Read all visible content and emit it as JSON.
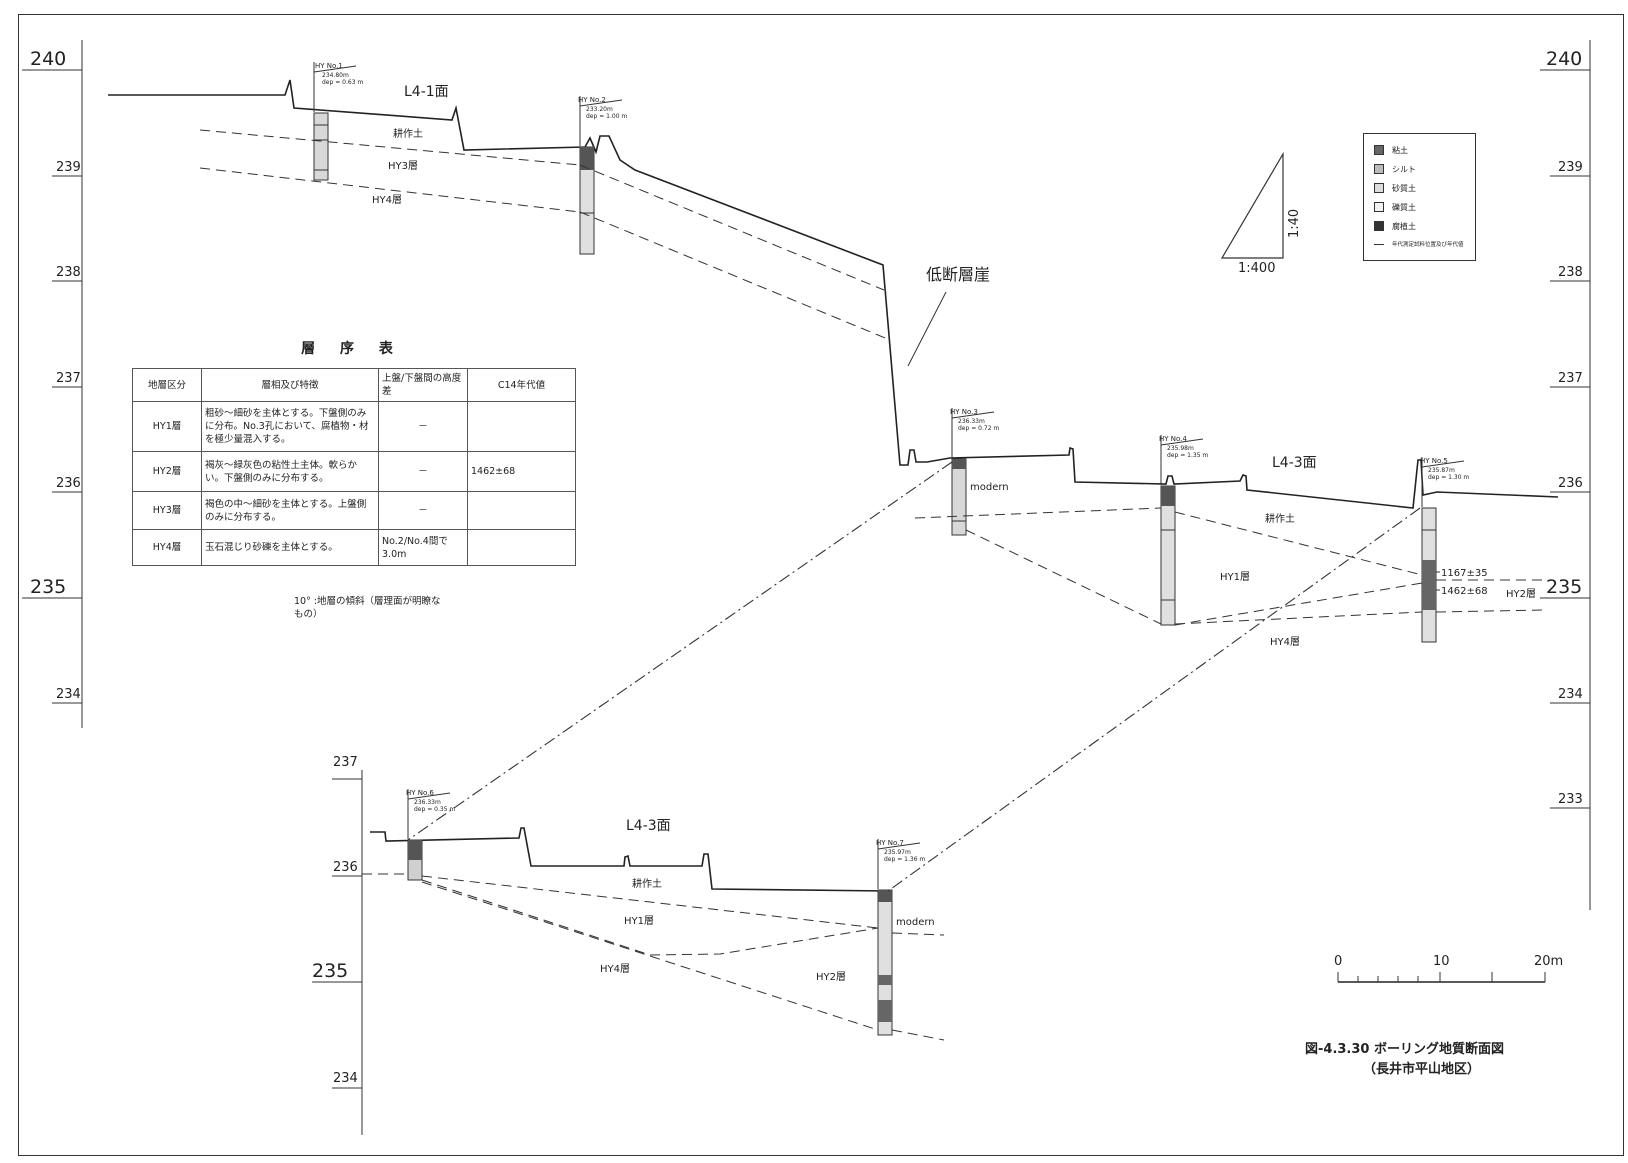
{
  "upper_axis": {
    "left_ticks": [
      "240",
      "239",
      "238",
      "237",
      "236",
      "235",
      "234"
    ],
    "right_ticks": [
      "240",
      "239",
      "238",
      "237",
      "236",
      "235",
      "234",
      "233"
    ]
  },
  "lower_axis": {
    "ticks": [
      "237",
      "236",
      "235",
      "234"
    ]
  },
  "surfaces": {
    "upper_left": "L4-1面",
    "upper_right": "L4-3面",
    "lower": "L4-3面"
  },
  "fault_label": "低断層崖",
  "boreholes": [
    {
      "name": "HY No.1",
      "info1": "234.80m",
      "info2": "dep = 0.63 m"
    },
    {
      "name": "HY No.2",
      "info1": "233.20m",
      "info2": "dep = 1.00 m"
    },
    {
      "name": "HY No.3",
      "info1": "236.33m",
      "info2": "dep = 0.72 m"
    },
    {
      "name": "HY No.4",
      "info1": "235.98m",
      "info2": "dep = 1.35 m"
    },
    {
      "name": "HY No.5",
      "info1": "235.87m",
      "info2": "dep = 1.30 m"
    },
    {
      "name": "HY No.6",
      "info1": "236.33m",
      "info2": "dep = 0.35 m"
    },
    {
      "name": "HY No.7",
      "info1": "235.97m",
      "info2": "dep = 1.36 m"
    }
  ],
  "layer_labels": {
    "u_kosaku": "耕作土",
    "u_hy3": "HY3層",
    "u_hy4": "HY4層",
    "r_kosaku": "耕作土",
    "r_hy1": "HY1層",
    "r_hy2": "HY2層",
    "r_hy4": "HY4層",
    "l_kosaku": "耕作土",
    "l_hy1": "HY1層",
    "l_hy4": "HY4層",
    "l_hy2": "HY2層",
    "modern_a": "modern",
    "modern_b": "modern"
  },
  "dates": {
    "d1": "1167±35",
    "d2": "1462±68"
  },
  "scale_ratio": {
    "horizontal": "1:400",
    "vertical": "1:40"
  },
  "scale_bar": {
    "t0": "0",
    "t1": "10",
    "t2": "20m"
  },
  "legend": [
    {
      "label": "粘土",
      "color": "#666666"
    },
    {
      "label": "シルト",
      "color": "#bbbbbb"
    },
    {
      "label": "砂質土",
      "color": "#dddddd"
    },
    {
      "label": "礫質土",
      "color": "#f2f2f2"
    },
    {
      "label": "腐植土",
      "color": "#333333"
    },
    {
      "label": "年代測定試料位置及び年代値",
      "color": "#333333"
    }
  ],
  "strata_table": {
    "title": "層 序 表",
    "headers": [
      "地層区分",
      "層相及び特徴",
      "上盤/下盤間の高度差",
      "C14年代値"
    ],
    "rows": [
      [
        "HY1層",
        "粗砂～細砂を主体とする。下盤側のみに分布。No.3孔において、腐植物・材を極少量混入する。",
        "－",
        ""
      ],
      [
        "HY2層",
        "褐灰～緑灰色の粘性土主体。軟らかい。下盤側のみに分布する。",
        "－",
        "1462±68"
      ],
      [
        "HY3層",
        "褐色の中～細砂を主体とする。上盤側のみに分布する。",
        "－",
        ""
      ],
      [
        "HY4層",
        "玉石混じり砂礫を主体とする。",
        "No.2/No.4間で3.0m",
        ""
      ]
    ]
  },
  "note": "10° :地層の傾斜（層理面が明瞭なもの）",
  "caption": {
    "line1": "図-4.3.30 ボーリング地質断面図",
    "line2": "（長井市平山地区）"
  }
}
